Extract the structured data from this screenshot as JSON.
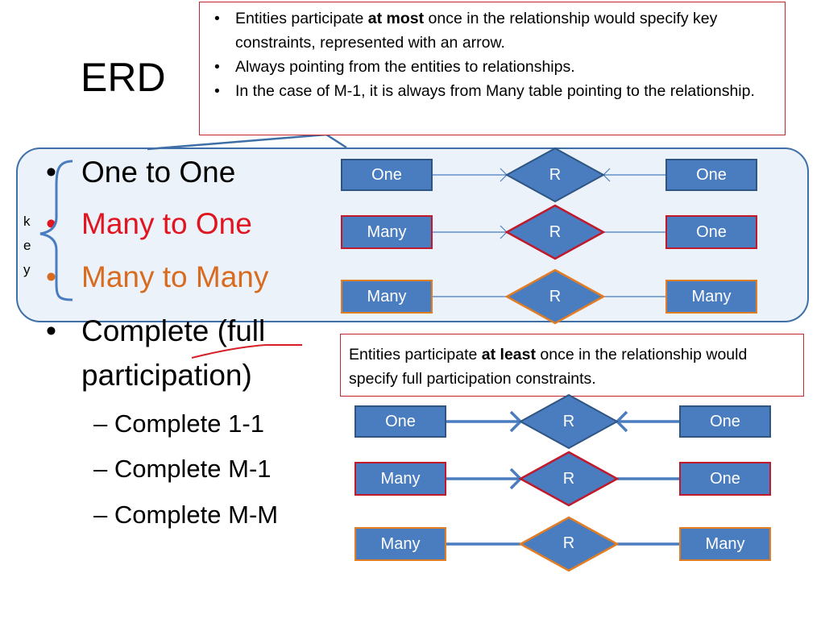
{
  "title": "ERD",
  "callout_top": {
    "items": [
      {
        "pre": "Entities participate ",
        "bold": "at most",
        "post": " once in the relationship would specify key constraints, represented with an arrow."
      },
      {
        "text": "Always pointing from the entities to relationships."
      },
      {
        "text": "In the case of M-1, it is always from Many table pointing to the relationship."
      }
    ]
  },
  "callout_bottom": {
    "pre": "Entities participate ",
    "bold": "at least",
    "post": " once in the relationship would specify full participation constraints."
  },
  "bullets": {
    "one_to_one": "One to One",
    "many_to_one": "Many to One",
    "many_to_many": "Many to Many",
    "complete": "Complete (full participation)",
    "complete_line1": "Complete (full",
    "complete_line2": "participation)",
    "sub": [
      "– Complete 1-1",
      "– Complete M-1",
      "– Complete M-M"
    ],
    "bullet_char": "•"
  },
  "key_label": [
    "k",
    "e",
    "y"
  ],
  "colors": {
    "entity_fill": "#4a7cc0",
    "red_text": "#e0151f",
    "orange_text": "#d86b1f",
    "callout_border": "#c0282d",
    "panel_border": "#3e6fa7"
  },
  "diagram": {
    "key_rows": [
      {
        "left": "One",
        "rel": "R",
        "right": "One",
        "arrow_left": true,
        "arrow_right": true,
        "style": "plain"
      },
      {
        "left": "Many",
        "rel": "R",
        "right": "One",
        "arrow_left": true,
        "arrow_right": false,
        "style": "red"
      },
      {
        "left": "Many",
        "rel": "R",
        "right": "Many",
        "arrow_left": false,
        "arrow_right": false,
        "style": "orange"
      }
    ],
    "full_rows": [
      {
        "left": "One",
        "rel": "R",
        "right": "One",
        "arrow_left": true,
        "arrow_right": true,
        "style": "plain"
      },
      {
        "left": "Many",
        "rel": "R",
        "right": "One",
        "arrow_left": true,
        "arrow_right": false,
        "style": "red"
      },
      {
        "left": "Many",
        "rel": "R",
        "right": "Many",
        "arrow_left": false,
        "arrow_right": false,
        "style": "orange"
      }
    ]
  }
}
